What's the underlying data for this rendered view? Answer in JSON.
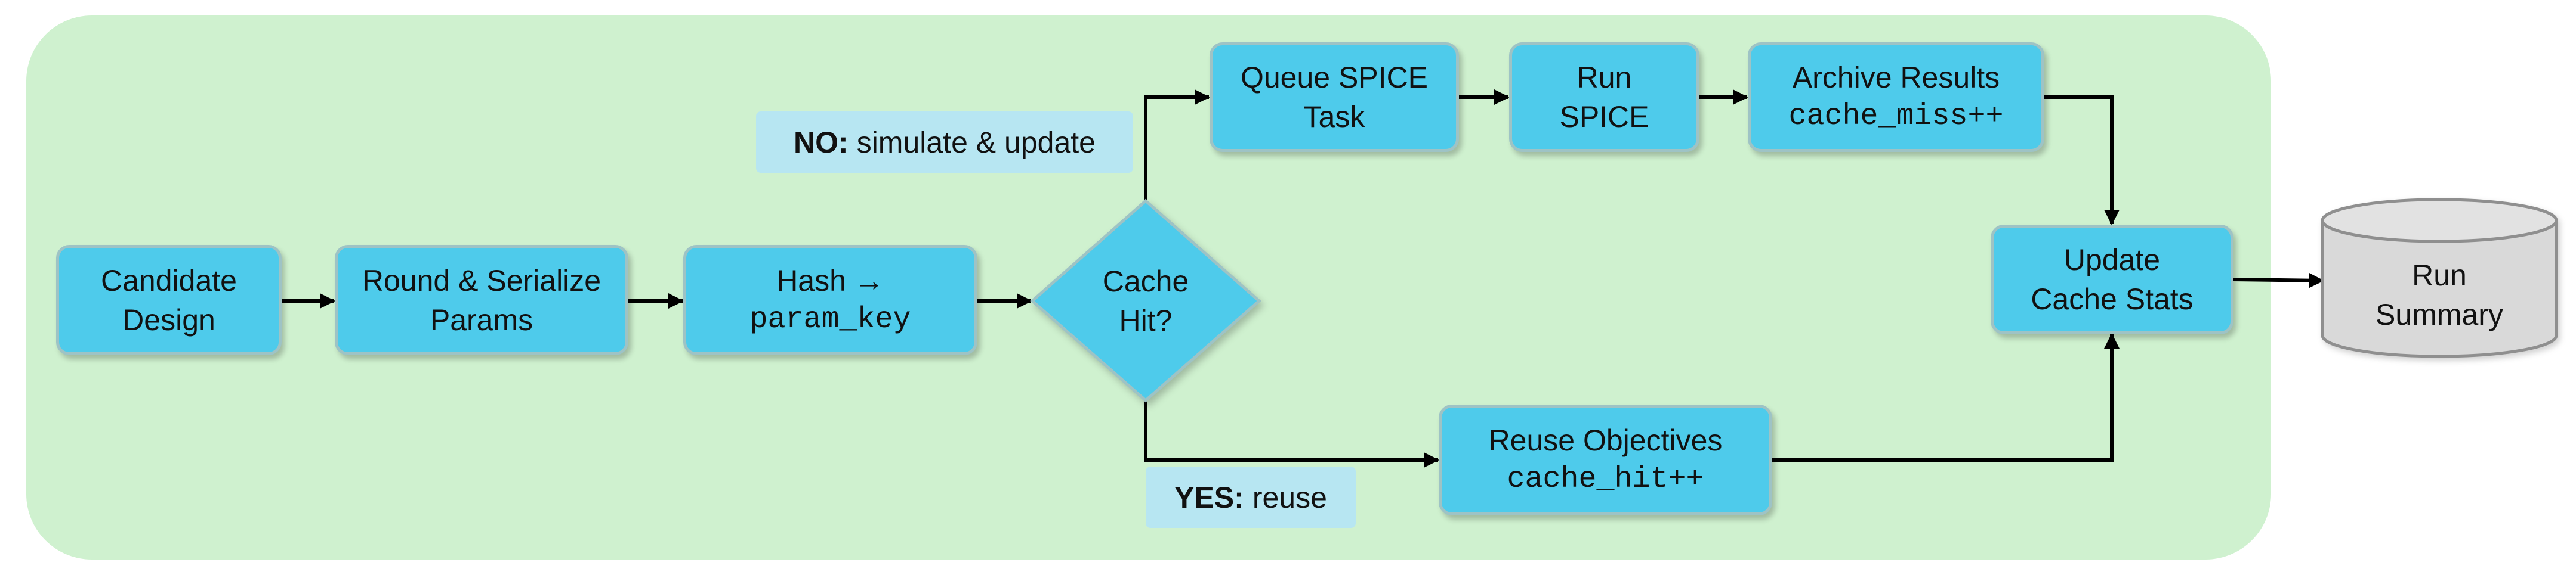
{
  "nodes": {
    "candidate": {
      "line1": "Candidate",
      "line2": "Design"
    },
    "serialize": {
      "line1": "Round & Serialize",
      "line2": "Params"
    },
    "hash": {
      "line1": "Hash →",
      "line2": "param_key"
    },
    "decision": {
      "line1": "Cache",
      "line2": "Hit?"
    },
    "queue": {
      "line1": "Queue SPICE",
      "line2": "Task"
    },
    "run": {
      "line1": "Run",
      "line2": "SPICE"
    },
    "archive": {
      "line1": "Archive Results",
      "line2": "cache_miss++"
    },
    "reuse": {
      "line1": "Reuse Objectives",
      "line2": "cache_hit++"
    },
    "update": {
      "line1": "Update",
      "line2": "Cache Stats"
    },
    "summary": {
      "line1": "Run",
      "line2": "Summary"
    }
  },
  "branches": {
    "no": {
      "bold": "NO:",
      "text": "simulate & update"
    },
    "yes": {
      "bold": "YES:",
      "text": "reuse"
    }
  },
  "colors": {
    "background": "#cff1cf",
    "node_fill": "#4ecbeb",
    "node_border": "#9ec3c5",
    "label_fill": "#b7e6f2",
    "database_fill": "#d9d9d9",
    "arrow": "#000000"
  }
}
